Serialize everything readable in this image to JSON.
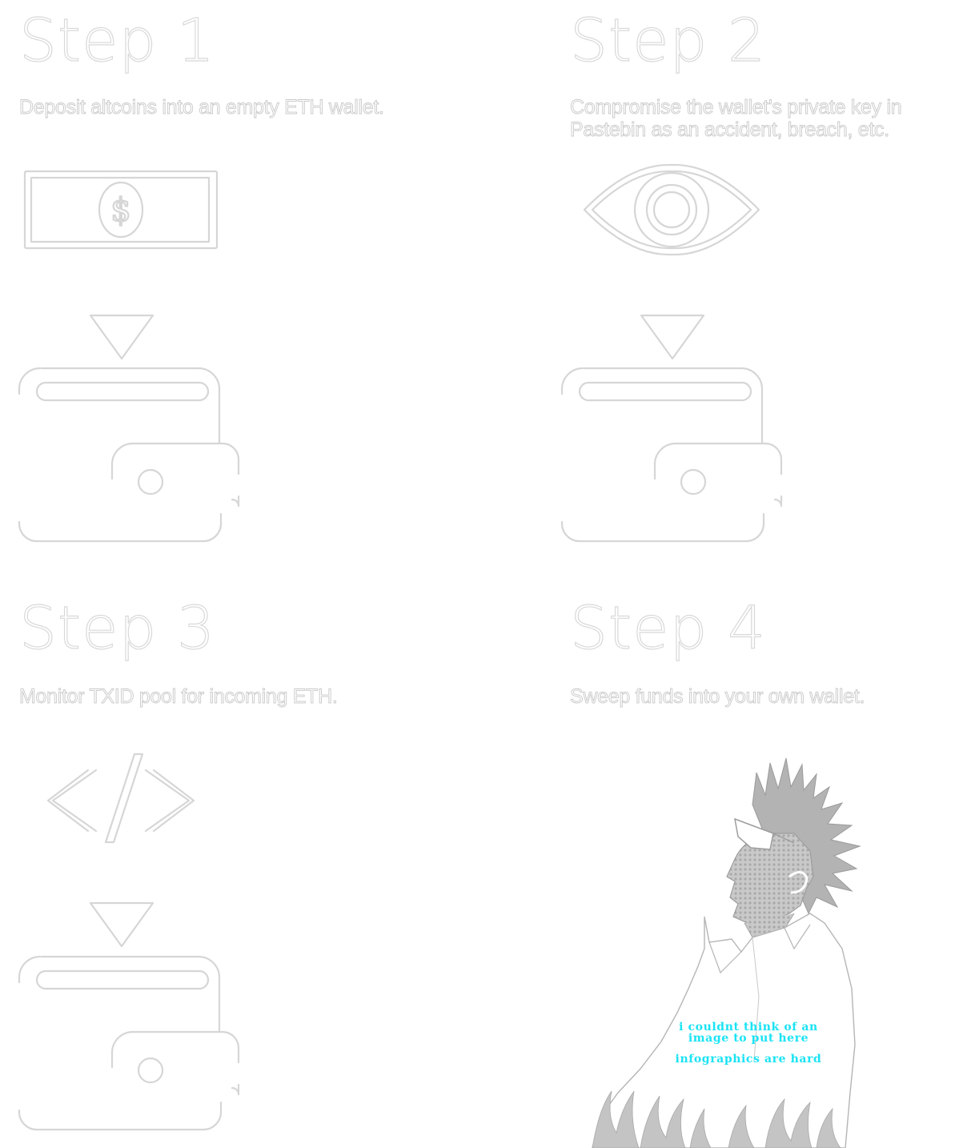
{
  "steps": [
    {
      "title": "Step 1",
      "description": "Deposit altcoins into an empty ETH wallet.",
      "icon": "dollar-bill-icon"
    },
    {
      "title": "Step 2",
      "description": "Compromise the wallet's private key in Pastebin as an accident, breach, etc.",
      "icon": "eye-icon"
    },
    {
      "title": "Step 3",
      "description": "Monitor TXID pool for incoming ETH.",
      "icon": "code-icon"
    },
    {
      "title": "Step 4",
      "description": "Sweep funds into your own wallet.",
      "icon": "illustration-man"
    }
  ],
  "arrow_icon": "down-triangle-icon",
  "wallet_icon": "wallet-icon",
  "illustration": {
    "caption_line1": "i couldnt think of an",
    "caption_line2": "image to put here",
    "caption_line3": "infographics are hard",
    "caption_color": "#19e3f5"
  }
}
